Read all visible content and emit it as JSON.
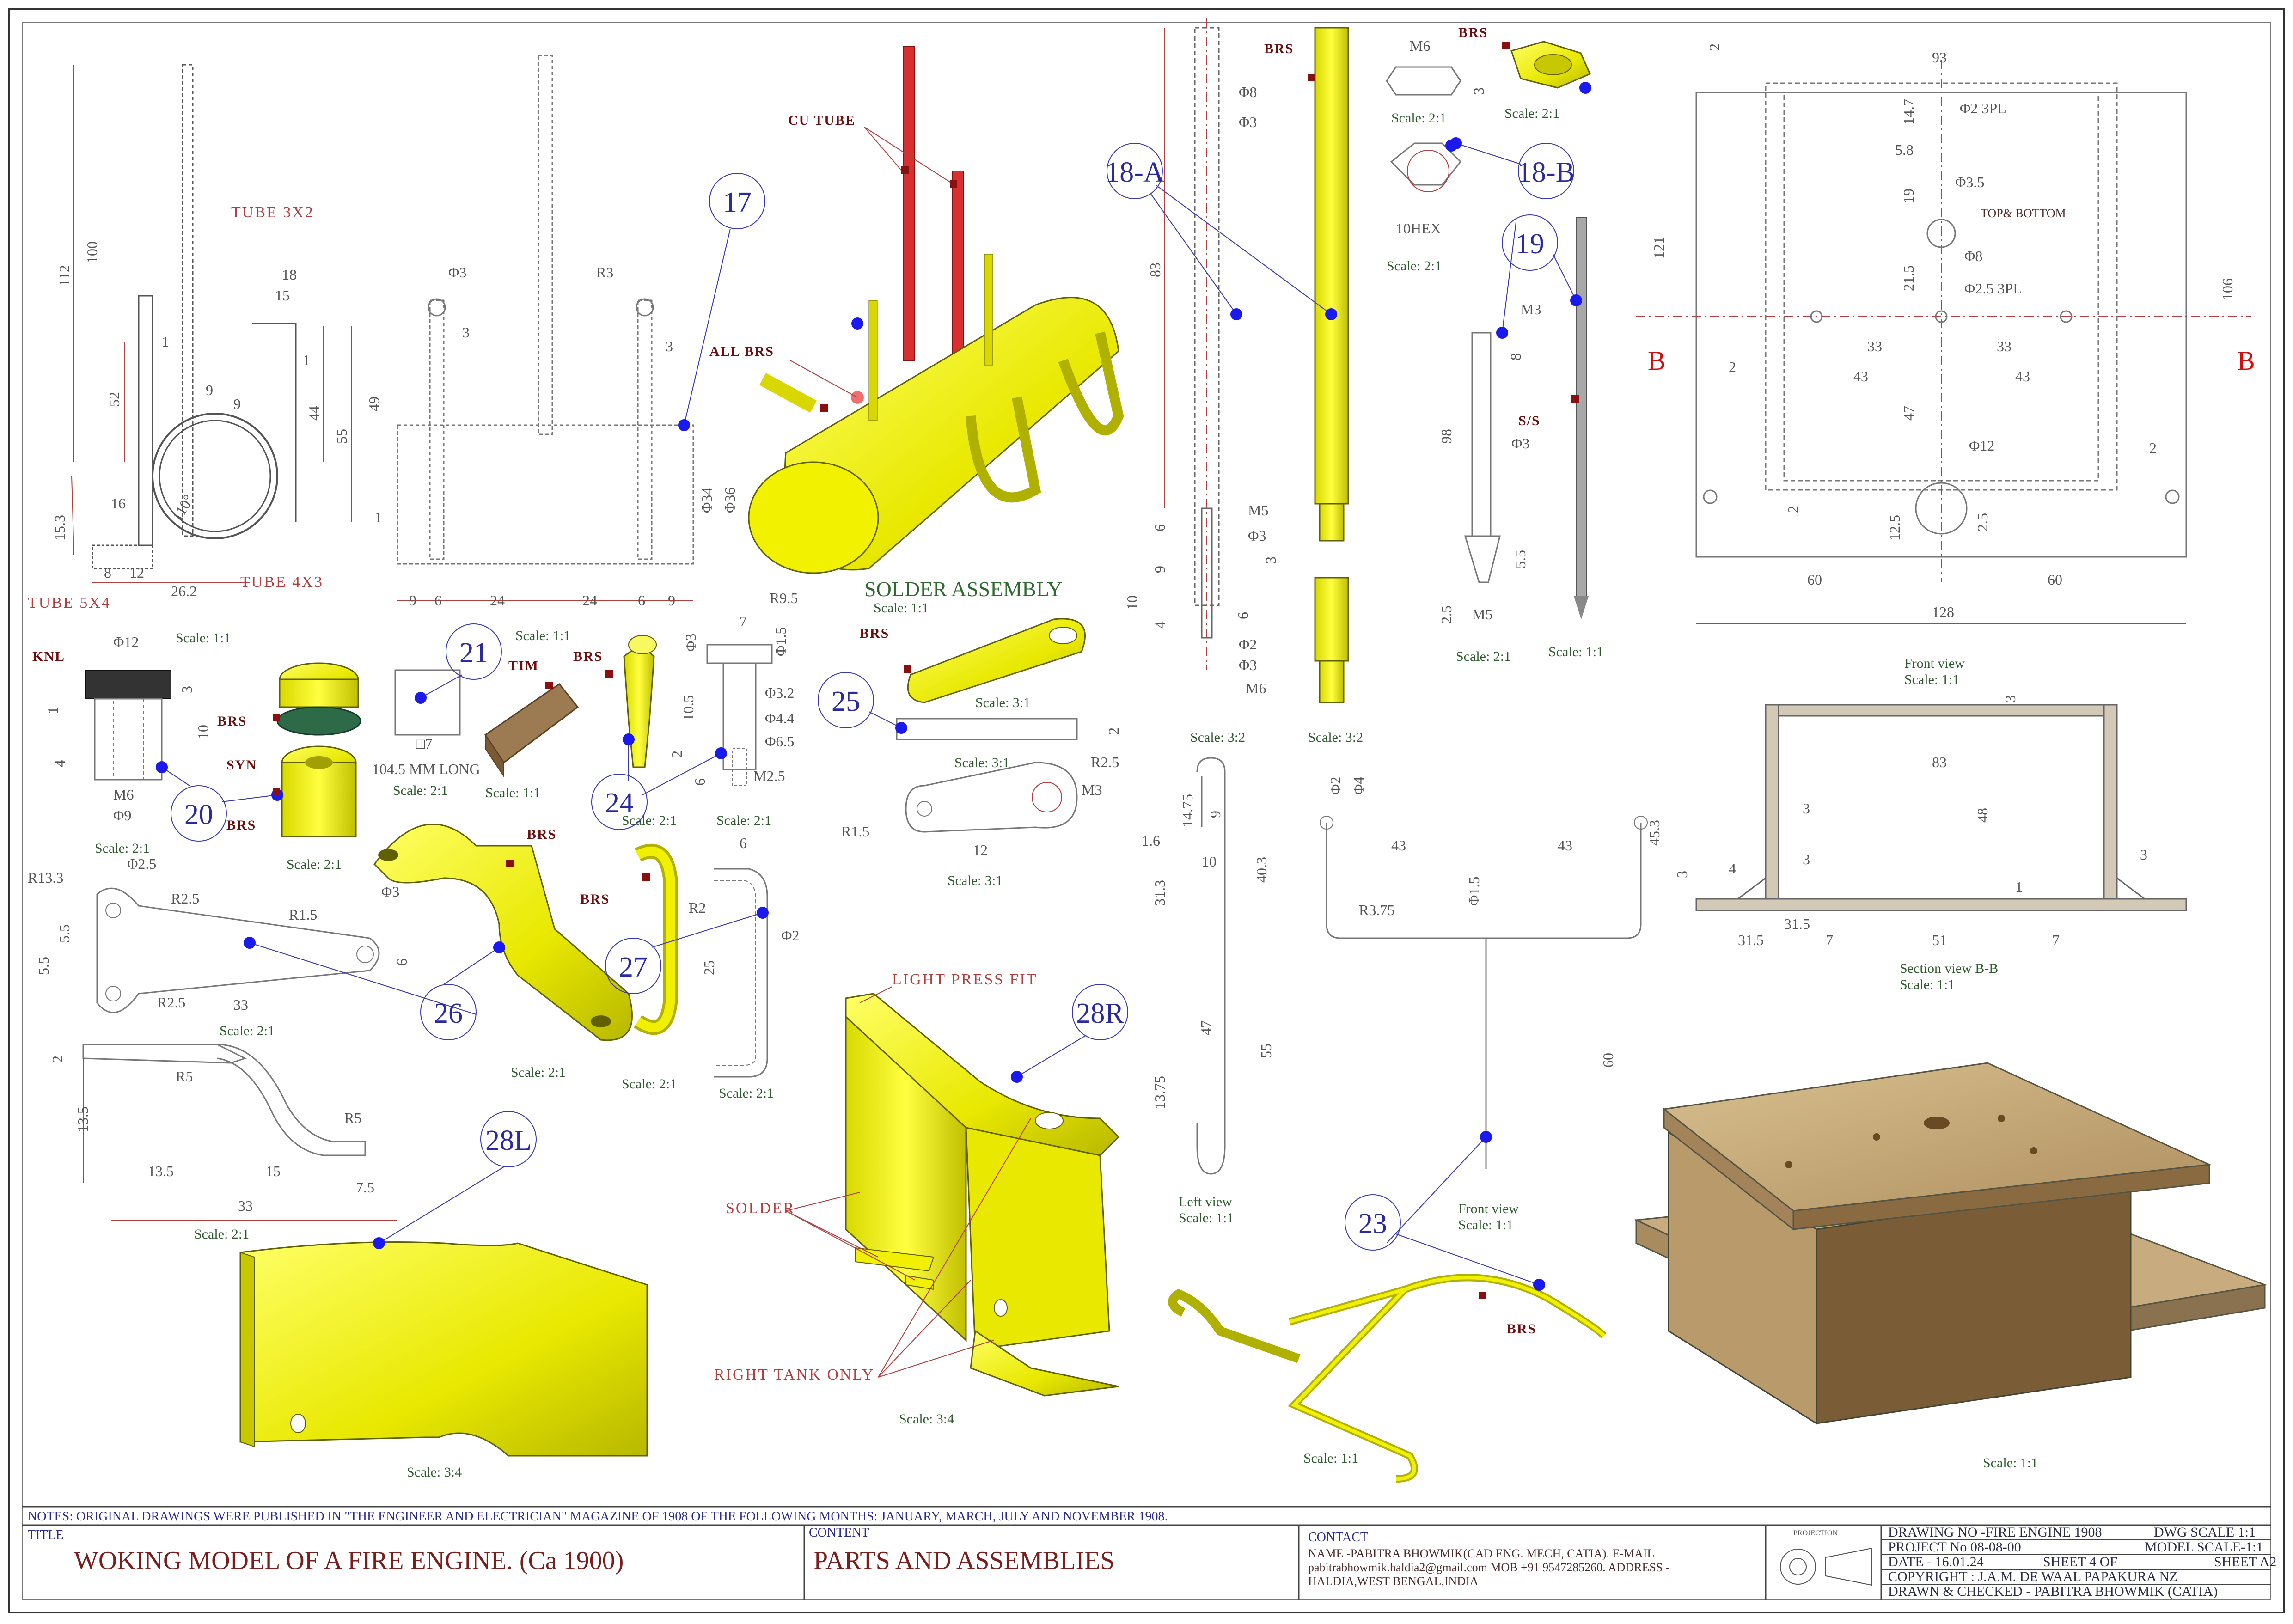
{
  "balloons": [
    "17",
    "18-A",
    "18-B",
    "19",
    "20",
    "21",
    "23",
    "24",
    "25",
    "26",
    "27",
    "28L",
    "28R"
  ],
  "section_markers": {
    "left": "B",
    "right": "B"
  },
  "labels": {
    "tube_3x2": "TUBE 3X2",
    "tube_4x3": "TUBE 4X3",
    "tube_5x4": "TUBE 5X4",
    "cu_tube": "CU TUBE",
    "all_brs": "ALL BRS",
    "solder_assembly": "SOLDER ASSEMBLY",
    "brs": "BRS",
    "knl": "KNL",
    "syn": "SYN",
    "tim": "TIM",
    "ss": "S/S",
    "long_note": "104.5 MM LONG",
    "light_press_fit": "LIGHT PRESS FIT",
    "solder": "SOLDER",
    "right_tank_only": "RIGHT TANK ONLY",
    "top_bottom": "TOP& BOTTOM",
    "front_view": "Front view",
    "left_view": "Left view",
    "section_view": "Section view B-B",
    "hex": "10HEX"
  },
  "scales": {
    "s11": "Scale: 1:1",
    "s21": "Scale: 2:1",
    "s31": "Scale: 3:1",
    "s32": "Scale: 3:2",
    "s34": "Scale: 3:4"
  },
  "dims": {
    "tube": [
      "112",
      "100",
      "52",
      "16",
      "15.3",
      "110°",
      "26.2",
      "12",
      "8",
      "9",
      "9",
      "1",
      "18",
      "15",
      "1",
      "44",
      "55"
    ],
    "tank": [
      "Φ3",
      "R3",
      "3",
      "3",
      "49",
      "1",
      "Φ34",
      "Φ36",
      "9",
      "6",
      "24",
      "24",
      "6",
      "9"
    ],
    "rod": [
      "83",
      "Φ8",
      "Φ3",
      "M5",
      "Φ3",
      "3",
      "6",
      "9",
      "10",
      "4",
      "6",
      "Φ2",
      "Φ3",
      "M6"
    ],
    "nut": [
      "M6",
      "3"
    ],
    "pin19": [
      "M3",
      "8",
      "98",
      "Φ3",
      "5.5",
      "2.5",
      "M5"
    ],
    "knob": [
      "Φ12",
      "3",
      "1",
      "10",
      "4",
      "M6",
      "Φ9"
    ],
    "part21": [
      "□7"
    ],
    "part24": [
      "Φ3",
      "7",
      "Φ1.5",
      "10.5",
      "Φ3.2",
      "Φ4.4",
      "Φ6.5",
      "2",
      "6",
      "M2.5",
      "R9.5"
    ],
    "part25": [
      "2",
      "R2.5",
      "M3",
      "R1.5",
      "12"
    ],
    "part26": [
      "R13.3",
      "Φ2.5",
      "R2.5",
      "Φ3",
      "R1.5",
      "5.5",
      "5.5",
      "6",
      "R2.5",
      "33"
    ],
    "part26b": [
      "2",
      "R5",
      "13.5",
      "R5",
      "13.5",
      "15",
      "7.5",
      "33"
    ],
    "part27": [
      "6",
      "R2",
      "Φ2",
      "25"
    ],
    "part23left": [
      "14.75",
      "9",
      "1.6",
      "10",
      "31.3",
      "40.3",
      "47",
      "55",
      "13.75"
    ],
    "part23front": [
      "Φ2",
      "Φ4",
      "43",
      "43",
      "45.3",
      "R3.75",
      "Φ1.5",
      "60"
    ],
    "base_top": [
      "2",
      "93",
      "14.7",
      "Φ2 3PL",
      "5.8",
      "Φ3.5",
      "19",
      "Φ8",
      "21.5",
      "Φ2.5 3PL",
      "121",
      "106",
      "2",
      "33",
      "33",
      "43",
      "43",
      "47",
      "Φ12",
      "2",
      "2",
      "12.5",
      "2.5",
      "60",
      "60",
      "128"
    ],
    "base_front": [
      "3",
      "83",
      "3",
      "48",
      "3",
      "4",
      "3",
      "3",
      "1",
      "31.5",
      "7",
      "51",
      "7",
      "31.5"
    ]
  },
  "title_block": {
    "notes": "NOTES: ORIGINAL DRAWINGS WERE PUBLISHED IN \"THE ENGINEER AND ELECTRICIAN\" MAGAZINE OF 1908 OF THE FOLLOWING MONTHS: JANUARY, MARCH, JULY AND NOVEMBER 1908.",
    "title_caption": "TITLE",
    "title": "WOKING MODEL OF A FIRE ENGINE. (Ca 1900)",
    "content_caption": "CONTENT",
    "content": "PARTS AND ASSEMBLIES",
    "contact_caption": "CONTACT",
    "contact_line1": "NAME -PABITRA BHOWMIK(CAD ENG. MECH, CATIA).   E-MAIL",
    "contact_line2": "pabitrabhowmik.haldia2@gmail.com    MOB +91 9547285260.   ADDRESS -",
    "contact_line3": "HALDIA,WEST BENGAL,INDIA",
    "projection": "PROJECTION",
    "drawing_no": "DRAWING NO -FIRE ENGINE 1908",
    "dwg_scale": "DWG SCALE 1:1",
    "project_no": "PROJECT No 08-08-00",
    "model_scale": "MODEL SCALE-1:1",
    "date": "DATE - 16.01.24",
    "sheet": "SHEET 4 OF",
    "sheet_size": "SHEET A2",
    "copyright": "COPYRIGHT : J.A.M. DE WAAL PAPAKURA NZ",
    "drawn": "DRAWN & CHECKED - PABITRA BHOWMIK  (CATIA)"
  },
  "colors": {
    "yellow": "#f0f000",
    "red": "#d83030",
    "wood": "#c9ac7c",
    "blue": "#1a1aee",
    "balloon": "#2a2aa0"
  }
}
